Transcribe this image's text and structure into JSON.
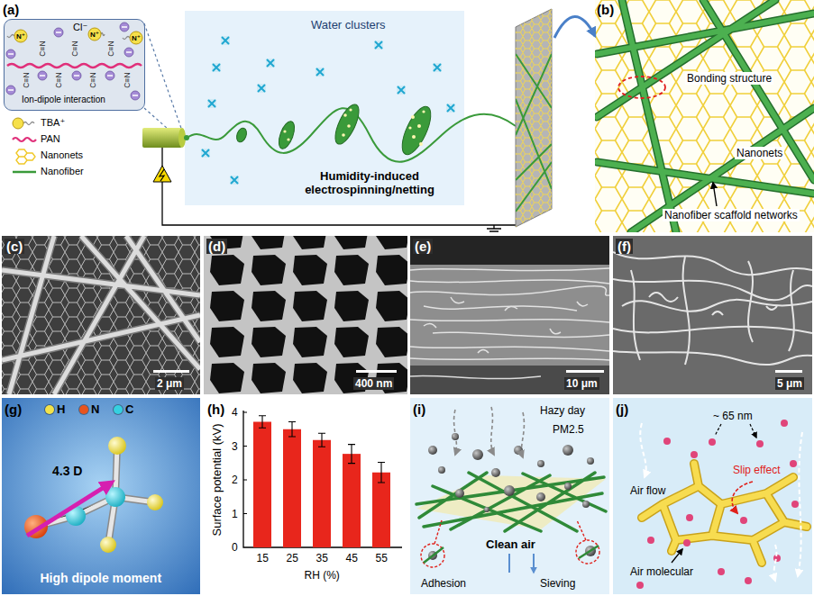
{
  "diagram": {
    "nodes": [
      {
        "text": [
          "(a)"
        ]
      },
      {
        "text": [
          "Cl⁻",
          "N⁺",
          "C≡N",
          "N⁺",
          "C≡N",
          "C≡N",
          "N⁺",
          "C≡N",
          "C≡N",
          "C≡N",
          "C≡N",
          "Ion-dipole interaction"
        ],
        "in": 0
      },
      {
        "text": [
          "Water clusters",
          "Humidity-induced electrospinning/netting"
        ],
        "in": 0
      },
      {
        "text": [
          "(b)",
          "Bonding structure",
          "Nanonets",
          "Nanofiber scaffold networks"
        ]
      },
      {
        "text": [
          "(c)",
          "2 μm"
        ]
      },
      {
        "text": [
          "(d)",
          "400 nm"
        ]
      },
      {
        "text": [
          "(e)",
          "10 μm"
        ]
      },
      {
        "text": [
          "(f)",
          "5 μm"
        ]
      },
      {
        "text": [
          "(g)",
          "4.3 D",
          "High dipole moment"
        ]
      },
      {
        "text": [
          "(h)",
          "Surface potential (kV)",
          "4",
          "3",
          "2",
          "1",
          "0",
          "15",
          "25",
          "35",
          "45",
          "55",
          "RH (%)"
        ]
      },
      {
        "text": [
          "(i)",
          "Hazy day",
          "PM2.5",
          "Clean air",
          "Adhesion",
          "Sieving"
        ]
      },
      {
        "text": [
          "(j)",
          "~ 65 nm",
          "Slip effect",
          "Air flow",
          "Air molecular"
        ]
      }
    ],
    "edges": [
      {
        "from": 0,
        "to": 3,
        "arrow": "to"
      }
    ],
    "legend": [
      {
        "text": "TBA⁺"
      },
      {
        "text": "PAN"
      },
      {
        "text": "Nanonets"
      },
      {
        "text": "Nanofiber"
      },
      {
        "text": "H",
        "color": "#f2e24a"
      },
      {
        "text": "N",
        "color": "#e8541e"
      },
      {
        "text": "C",
        "color": "#35d0e0"
      }
    ]
  }
}
